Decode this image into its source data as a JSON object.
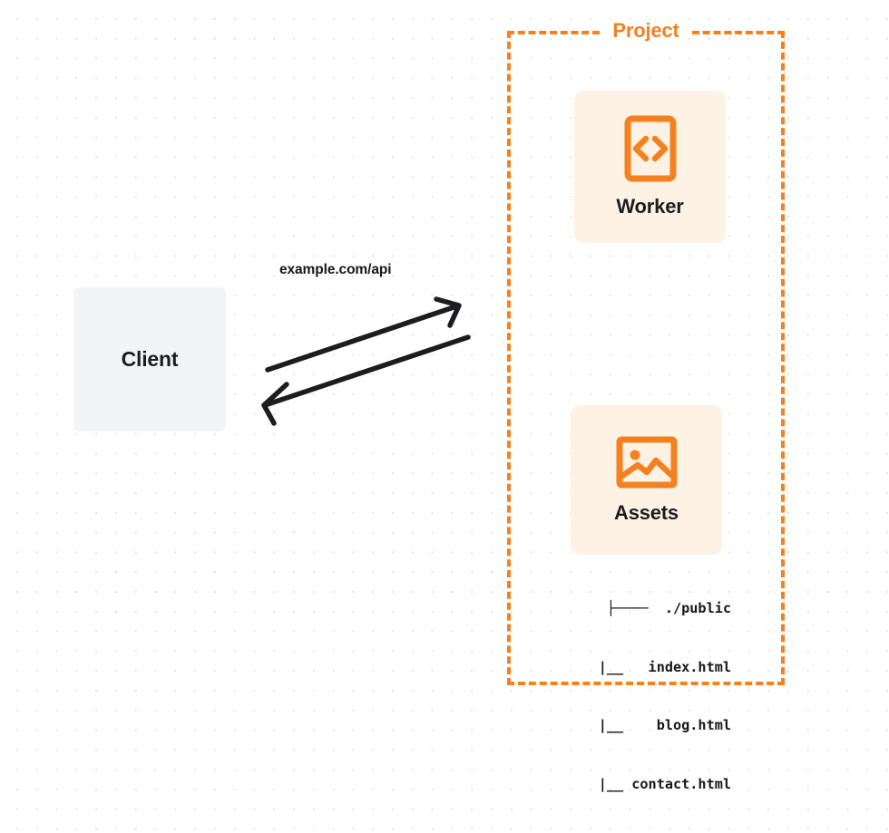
{
  "diagram": {
    "title": "Project",
    "background": {
      "style": "dot-grid",
      "dot_color": "#e3e3e6",
      "page_color": "#ffffff"
    },
    "accent_color": "#f48120",
    "text_color": "#1d1d1f"
  },
  "client": {
    "label": "Client",
    "fill": "#f3f4f6"
  },
  "connection": {
    "label": "example.com/api",
    "stroke": "#1d1d1f",
    "request_direction": "client-to-project",
    "response_direction": "project-to-client"
  },
  "project": {
    "label": "Project",
    "border_color": "#f48120",
    "border_style": "dashed",
    "cards": [
      {
        "label": "Worker",
        "icon": "code-brackets-icon",
        "fill": "#fdf2e3",
        "icon_color": "#f48120"
      },
      {
        "label": "Assets",
        "icon": "image-icon",
        "fill": "#fdf2e3",
        "icon_color": "#f48120"
      }
    ]
  },
  "file_tree": {
    "rows": [
      {
        "connector": "├── ",
        "name": "./public"
      },
      {
        "connector": "|__ ",
        "name": "index.html"
      },
      {
        "connector": "|__ ",
        "name": "blog.html"
      },
      {
        "connector": "|__ ",
        "name": "contact.html"
      }
    ],
    "lines": [
      "├────  ./public",
      "   |__   index.html",
      "   |__    blog.html",
      "   |__ contact.html"
    ]
  }
}
